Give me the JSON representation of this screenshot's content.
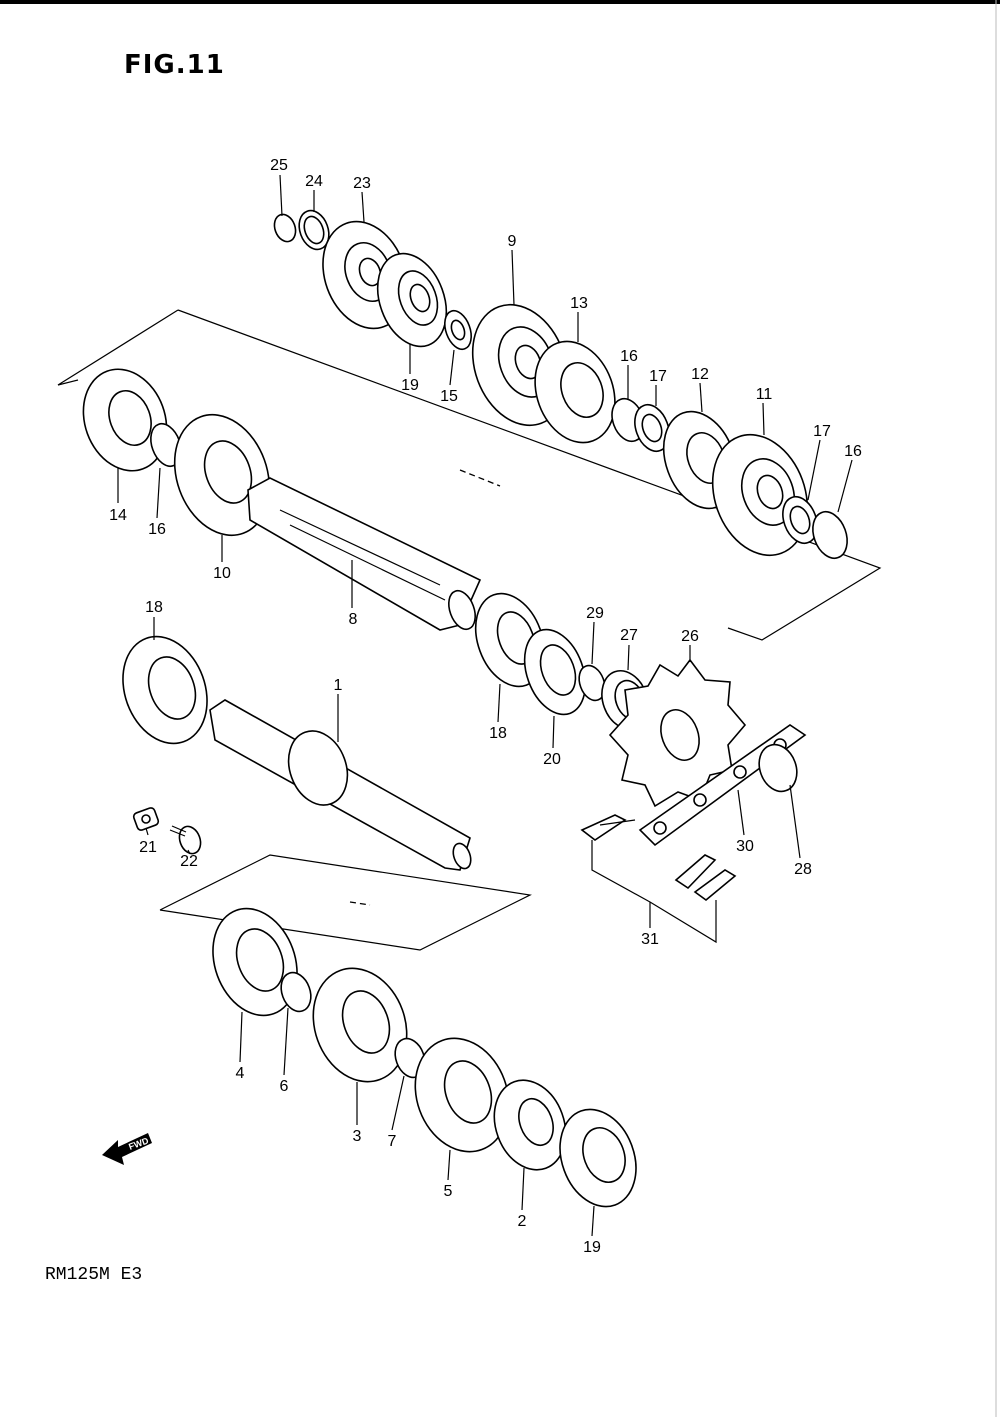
{
  "figure": {
    "title": "FIG.11",
    "model": "RM125M E3",
    "fwd_label": "FWD"
  },
  "callouts": [
    {
      "id": "25",
      "text": "25"
    },
    {
      "id": "24",
      "text": "24"
    },
    {
      "id": "23",
      "text": "23"
    },
    {
      "id": "9",
      "text": "9"
    },
    {
      "id": "13",
      "text": "13"
    },
    {
      "id": "19a",
      "text": "19"
    },
    {
      "id": "15",
      "text": "15"
    },
    {
      "id": "16a",
      "text": "16"
    },
    {
      "id": "17a",
      "text": "17"
    },
    {
      "id": "12",
      "text": "12"
    },
    {
      "id": "11",
      "text": "11"
    },
    {
      "id": "17b",
      "text": "17"
    },
    {
      "id": "16b",
      "text": "16"
    },
    {
      "id": "14",
      "text": "14"
    },
    {
      "id": "16c",
      "text": "16"
    },
    {
      "id": "10",
      "text": "10"
    },
    {
      "id": "8",
      "text": "8"
    },
    {
      "id": "18a",
      "text": "18"
    },
    {
      "id": "18b",
      "text": "18"
    },
    {
      "id": "29",
      "text": "29"
    },
    {
      "id": "27",
      "text": "27"
    },
    {
      "id": "26",
      "text": "26"
    },
    {
      "id": "20",
      "text": "20"
    },
    {
      "id": "1",
      "text": "1"
    },
    {
      "id": "21",
      "text": "21"
    },
    {
      "id": "22",
      "text": "22"
    },
    {
      "id": "30",
      "text": "30"
    },
    {
      "id": "28",
      "text": "28"
    },
    {
      "id": "31",
      "text": "31"
    },
    {
      "id": "4",
      "text": "4"
    },
    {
      "id": "6",
      "text": "6"
    },
    {
      "id": "3",
      "text": "3"
    },
    {
      "id": "7",
      "text": "7"
    },
    {
      "id": "5",
      "text": "5"
    },
    {
      "id": "2",
      "text": "2"
    },
    {
      "id": "19b",
      "text": "19"
    }
  ]
}
